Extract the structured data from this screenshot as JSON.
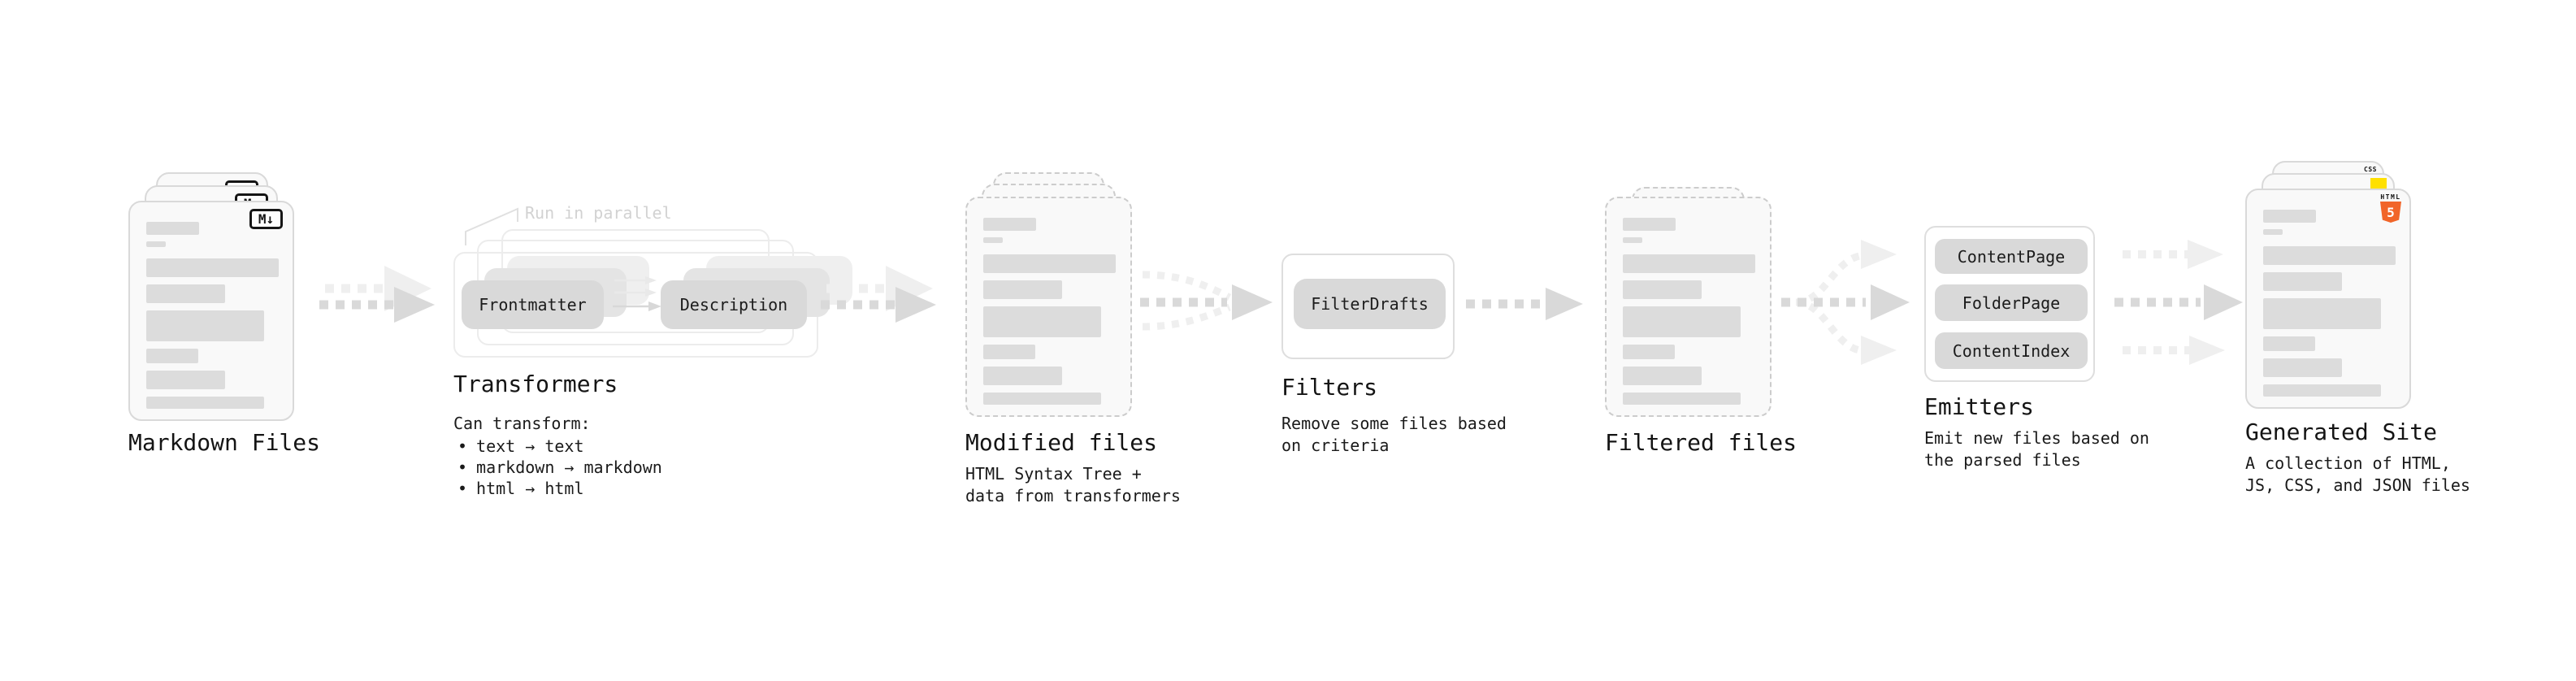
{
  "diagram": {
    "nodes": {
      "markdown_files": {
        "label": "Markdown Files",
        "badge": "M↓"
      },
      "transformers": {
        "label": "Transformers",
        "note": "Run in parallel",
        "steps": [
          "Frontmatter",
          "Description"
        ],
        "caption_title": "Can transform:",
        "caption_items": [
          "text → text",
          "markdown → markdown",
          "html → html"
        ]
      },
      "modified_files": {
        "label": "Modified files",
        "caption": "HTML Syntax Tree +\ndata from transformers"
      },
      "filters": {
        "label": "Filters",
        "steps": [
          "FilterDrafts"
        ],
        "caption": "Remove some files based\non criteria"
      },
      "filtered_files": {
        "label": "Filtered files"
      },
      "emitters": {
        "label": "Emitters",
        "steps": [
          "ContentPage",
          "FolderPage",
          "ContentIndex"
        ],
        "caption": "Emit new files based on\nthe parsed files"
      },
      "generated_site": {
        "label": "Generated Site",
        "caption": "A collection of HTML,\nJS, CSS, and JSON files",
        "badges": {
          "css": "CSS",
          "html": "HTML",
          "html_number": "5"
        }
      }
    },
    "colors": {
      "html5_orange": "#f16529",
      "js_yellow": "#ffe000",
      "css_blue": "#2f6be0",
      "card_bg": "#f9f9f9",
      "pill_gray": "#d9d9d9",
      "arrow_gray": "#d9d9d9",
      "arrow_light": "#efefef",
      "note_gray": "#d2d2d2"
    }
  }
}
